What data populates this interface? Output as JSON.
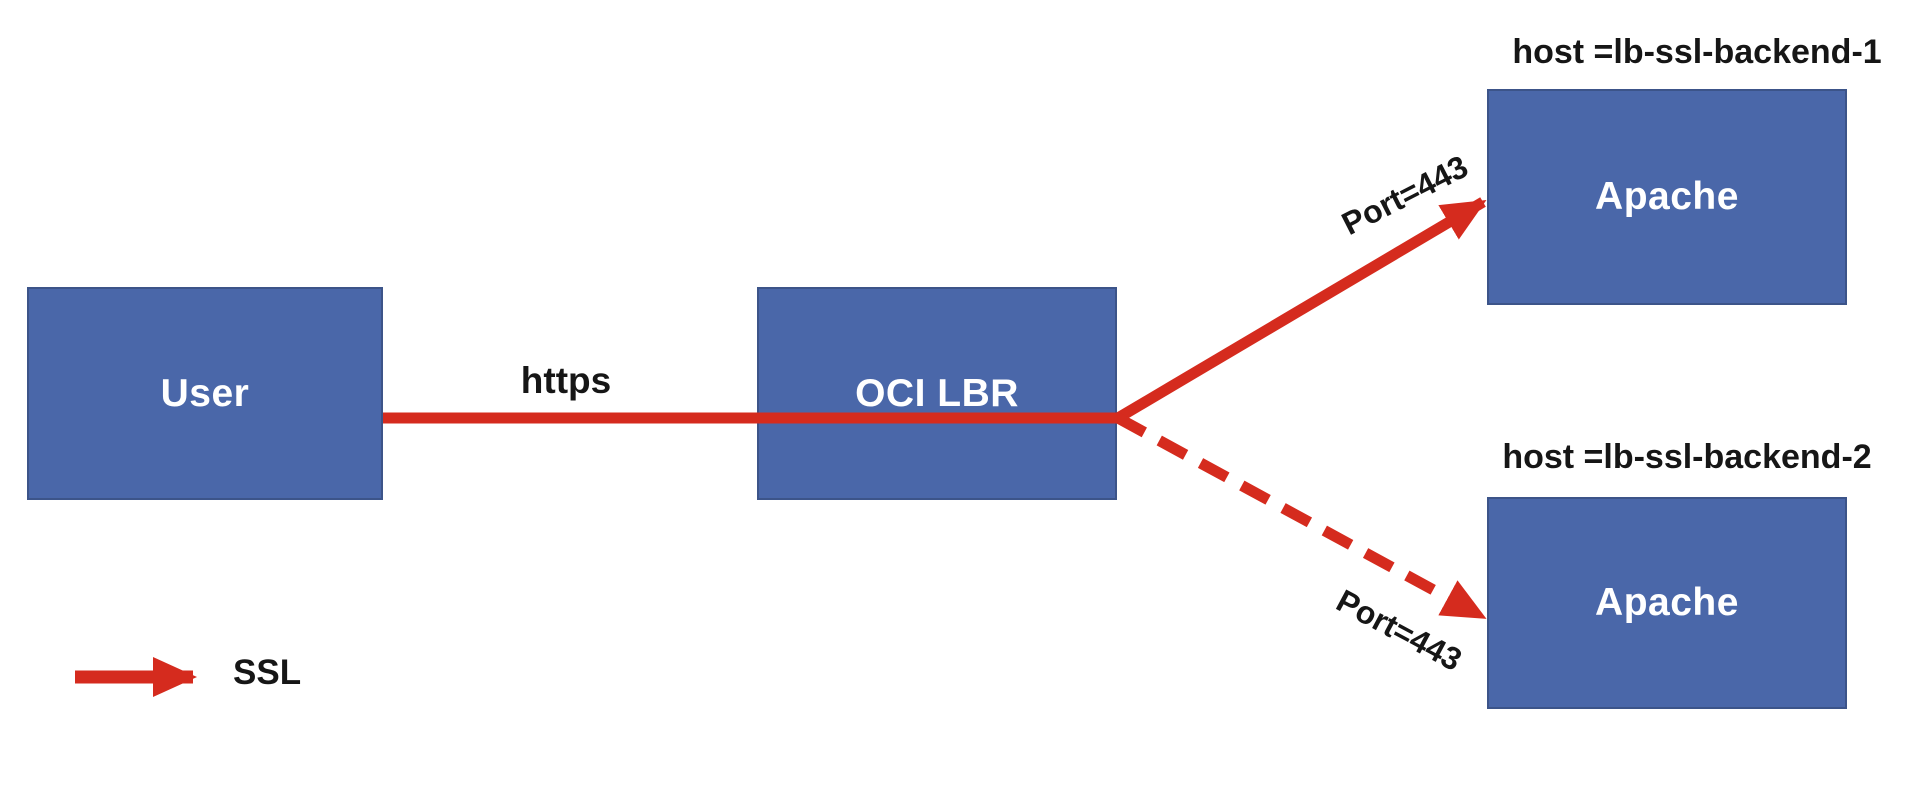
{
  "diagram": {
    "nodes": {
      "user": {
        "label": "User"
      },
      "lbr": {
        "label": "OCI LBR"
      },
      "backend1": {
        "host_label": "host =lb-ssl-backend-1",
        "label": "Apache"
      },
      "backend2": {
        "host_label": "host =lb-ssl-backend-2",
        "label": "Apache"
      }
    },
    "edges": {
      "user_to_lbr": {
        "label": "https",
        "style": "solid"
      },
      "lbr_to_backend1": {
        "label": "Port=443",
        "style": "solid"
      },
      "lbr_to_backend2": {
        "label": "Port=443",
        "style": "dashed"
      }
    },
    "legend": {
      "label": "SSL"
    },
    "colors": {
      "node_fill": "#4a67a9",
      "arrow_red": "#d52b1e"
    }
  }
}
